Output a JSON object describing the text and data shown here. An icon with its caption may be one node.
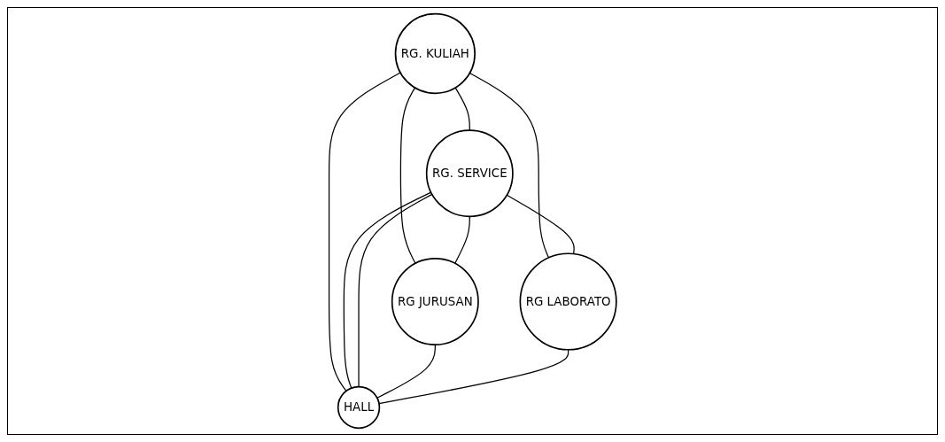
{
  "diagram": {
    "nodes": [
      {
        "text": [
          "RG. SERVICE"
        ]
      },
      {
        "text": [
          "RG. KULIAH"
        ]
      },
      {
        "text": [
          "RG JURUSAN"
        ]
      },
      {
        "text": [
          "RG LABORATO"
        ]
      },
      {
        "text": [
          "HALL"
        ]
      }
    ],
    "edges": [
      {
        "from": 1,
        "to": 0,
        "arrow": "none"
      },
      {
        "from": 1,
        "to": 2,
        "arrow": "none"
      },
      {
        "from": 1,
        "to": 4,
        "arrow": "none"
      },
      {
        "from": 1,
        "to": 3,
        "arrow": "none"
      },
      {
        "from": 0,
        "to": 2,
        "arrow": "none"
      },
      {
        "from": 0,
        "to": 4,
        "arrow": "none"
      },
      {
        "from": 0,
        "to": 4,
        "arrow": "none"
      },
      {
        "from": 0,
        "to": 3,
        "arrow": "none"
      },
      {
        "from": 2,
        "to": 4,
        "arrow": "none"
      },
      {
        "from": 3,
        "to": 4,
        "arrow": "none"
      }
    ]
  }
}
